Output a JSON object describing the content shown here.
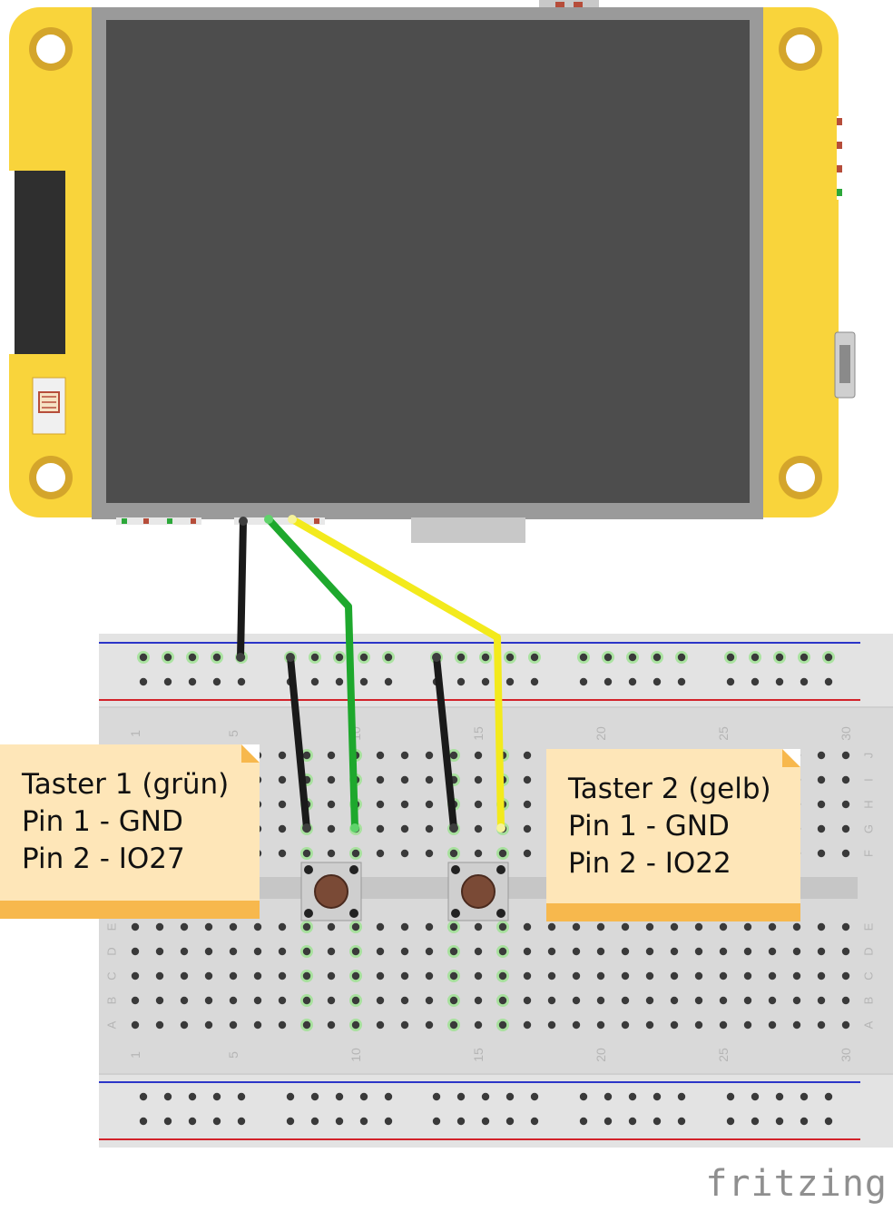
{
  "note1": {
    "lines": [
      "Taster 1 (grün)",
      "Pin 1 - GND",
      "Pin 2 - IO27"
    ]
  },
  "note2": {
    "lines": [
      "Taster 2 (gelb)",
      "Pin 1 - GND",
      "Pin 2 - IO22"
    ]
  },
  "breadboard": {
    "column_numbers": [
      "1",
      "5",
      "10",
      "15",
      "20",
      "25",
      "30"
    ],
    "row_letters_top": [
      "J",
      "I",
      "H",
      "G",
      "F"
    ],
    "row_letters_bottom": [
      "E",
      "D",
      "C",
      "B",
      "A"
    ]
  },
  "brand": "fritzing",
  "colors": {
    "board_yellow": "#f9d43b",
    "screen_bezel": "#9a9a9a",
    "screen": "#4d4d4d",
    "wire_black": "#1a1a1a",
    "wire_green": "#1ea82d",
    "wire_yellow": "#f3ea1c",
    "note_fill": "#fee6b8",
    "note_band": "#f7b84d",
    "rail_blue": "#2b35c8",
    "rail_red": "#d2222a"
  }
}
